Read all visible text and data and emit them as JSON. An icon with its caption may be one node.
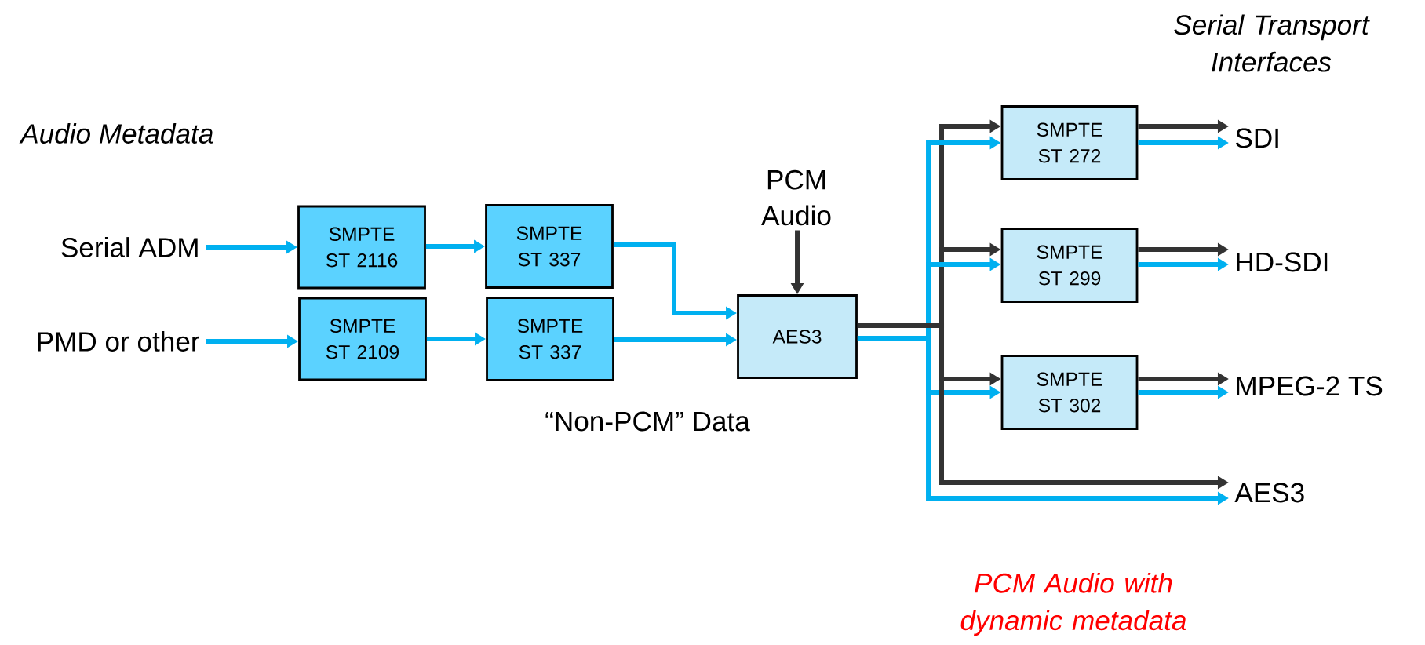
{
  "diagram": {
    "nodes": [
      {
        "text": [
          "Serial ADM"
        ]
      },
      {
        "text": [
          "PMD or other"
        ]
      },
      {
        "text": [
          "SMPTE ST 2116"
        ]
      },
      {
        "text": [
          "SMPTE ST 337"
        ]
      },
      {
        "text": [
          "SMPTE ST 2109"
        ]
      },
      {
        "text": [
          "SMPTE ST 337"
        ]
      },
      {
        "text": [
          "PCM Audio"
        ]
      },
      {
        "text": [
          "AES3"
        ]
      },
      {
        "text": [
          "SMPTE ST 272"
        ]
      },
      {
        "text": [
          "SMPTE ST 299"
        ]
      },
      {
        "text": [
          "SMPTE ST 302"
        ]
      },
      {
        "text": [
          "SDI"
        ]
      },
      {
        "text": [
          "HD-SDI"
        ]
      },
      {
        "text": [
          "MPEG-2 TS"
        ]
      },
      {
        "text": [
          "AES3"
        ]
      }
    ],
    "edges": [
      {
        "from": 0,
        "to": 2,
        "arrow": "to"
      },
      {
        "from": 2,
        "to": 3,
        "arrow": "to"
      },
      {
        "from": 3,
        "to": 7,
        "arrow": "to"
      },
      {
        "from": 1,
        "to": 4,
        "arrow": "to"
      },
      {
        "from": 4,
        "to": 5,
        "arrow": "to"
      },
      {
        "from": 5,
        "to": 7,
        "arrow": "to"
      },
      {
        "from": 6,
        "to": 7,
        "arrow": "to",
        "color": "#333333"
      },
      {
        "from": 7,
        "to": 8,
        "arrow": "to",
        "color": "#333333"
      },
      {
        "from": 7,
        "to": 8,
        "arrow": "to"
      },
      {
        "from": 7,
        "to": 9,
        "arrow": "to",
        "color": "#333333"
      },
      {
        "from": 7,
        "to": 9,
        "arrow": "to"
      },
      {
        "from": 7,
        "to": 10,
        "arrow": "to",
        "color": "#333333"
      },
      {
        "from": 7,
        "to": 10,
        "arrow": "to"
      },
      {
        "from": 7,
        "to": 14,
        "arrow": "to",
        "color": "#333333"
      },
      {
        "from": 7,
        "to": 14,
        "arrow": "to"
      },
      {
        "from": 8,
        "to": 11,
        "arrow": "to",
        "color": "#333333"
      },
      {
        "from": 8,
        "to": 11,
        "arrow": "to"
      },
      {
        "from": 9,
        "to": 12,
        "arrow": "to",
        "color": "#333333"
      },
      {
        "from": 9,
        "to": 12,
        "arrow": "to"
      },
      {
        "from": 10,
        "to": 13,
        "arrow": "to",
        "color": "#333333"
      },
      {
        "from": 10,
        "to": 13,
        "arrow": "to"
      }
    ],
    "labels": [
      "Serial Transport Interfaces",
      "Audio Metadata",
      "“Non-PCM” Data",
      "PCM Audio with dynamic metadata"
    ]
  }
}
